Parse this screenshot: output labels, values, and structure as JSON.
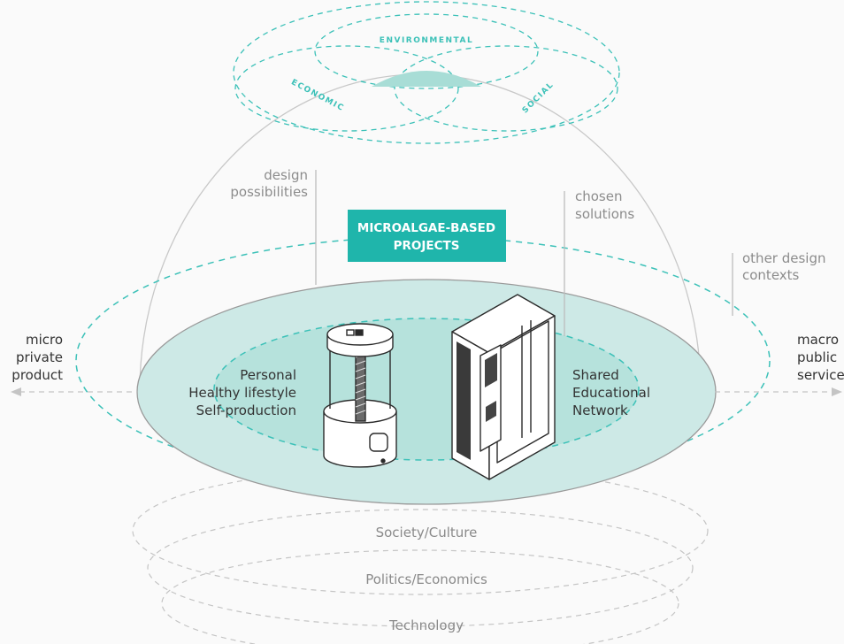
{
  "venn": {
    "environmental": "ENVIRONMENTAL",
    "economic": "ECONOMIC",
    "social": "SOCIAL"
  },
  "labels": {
    "design_possibilities": [
      "design",
      "possibilities"
    ],
    "chosen_solutions": [
      "chosen",
      "solutions"
    ],
    "other_design_contexts": [
      "other design",
      "contexts"
    ],
    "micro": [
      "micro",
      "private",
      "product"
    ],
    "macro": [
      "macro",
      "public",
      "service"
    ],
    "personal": [
      "Personal",
      "Healthy lifestyle",
      "Self-production"
    ],
    "shared": [
      "Shared",
      "Educational",
      "Network"
    ]
  },
  "central_box": [
    "MICROALGAE-BASED",
    "PROJECTS"
  ],
  "layers": [
    "Society/Culture",
    "Politics/Economics",
    "Technology"
  ],
  "colors": {
    "accent": "#3cc1b8",
    "box": "#1fb5ab",
    "disc": "#cde9e6",
    "inner": "#b6e2dc",
    "line_gray": "#bdbdbd"
  }
}
